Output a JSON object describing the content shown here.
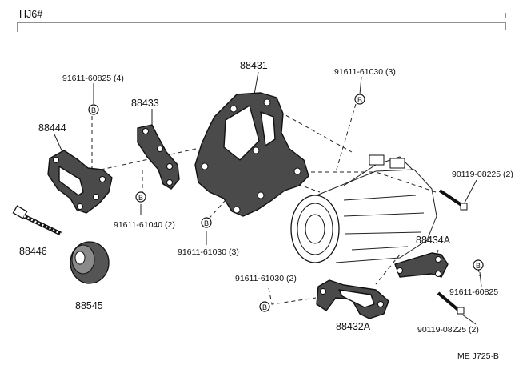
{
  "header": {
    "model_code": "HJ6#"
  },
  "footer": {
    "diagram_ref": "ME  J725·B"
  },
  "bolt_marker": "B",
  "parts": {
    "p88431": "88431",
    "p88433": "88433",
    "p88444": "88444",
    "p88446": "88446",
    "p88545": "88545",
    "p88434a": "88434A",
    "p88432a": "88432A",
    "bolt_60825_3": "91611-60825 (4)",
    "bolt_61030_top": "91611-61030 (3)",
    "bolt_61040": "91611-61040 (2)",
    "bolt_61030_mid": "91611-61030 (3)",
    "bolt_61030_low": "91611-61030 (2)",
    "bolt_60825_right": "91611-60825",
    "bolt_08225_top": "90119-08225 (2)",
    "bolt_08225_bottom": "90119-08225 (2)"
  },
  "colors": {
    "ink": "#111111",
    "part_fill": "#4a4a4a",
    "paper": "#ffffff"
  }
}
